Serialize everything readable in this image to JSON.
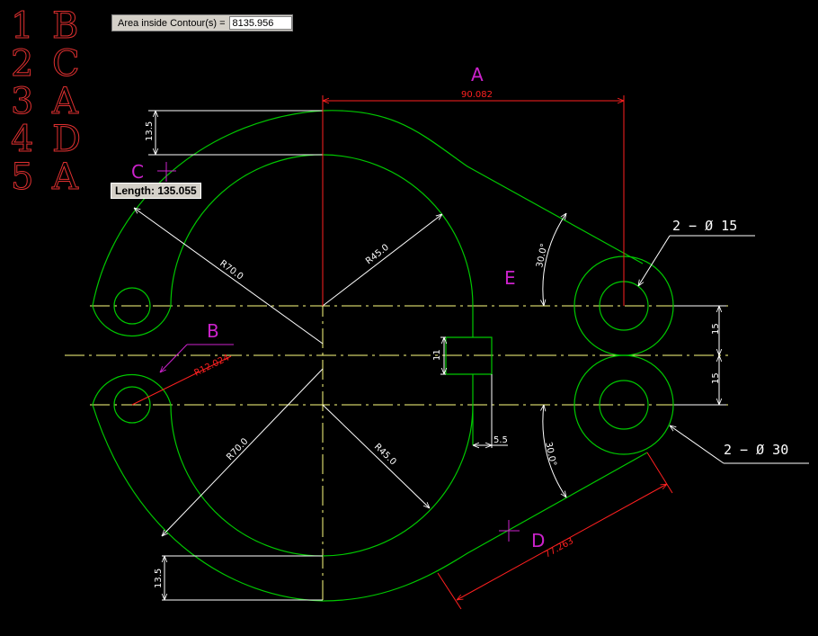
{
  "answers": [
    {
      "num": "1",
      "letter": "B"
    },
    {
      "num": "2",
      "letter": "C"
    },
    {
      "num": "3",
      "letter": "A"
    },
    {
      "num": "4",
      "letter": "D"
    },
    {
      "num": "5",
      "letter": "A"
    }
  ],
  "area_box": {
    "label": "Area inside Contour(s) =",
    "value": "8135.956"
  },
  "length_box": {
    "text": "Length: 135.055"
  },
  "markers": {
    "a": "A",
    "b": "B",
    "c": "C",
    "d": "D",
    "e": "E"
  },
  "dimensions": {
    "top_width": "90.082",
    "top_height": "13.5",
    "bottom_height": "13.5",
    "r70_top": "R70.0",
    "r45_top": "R45.0",
    "r70_bottom": "R70.0",
    "r45_bottom": "R45.0",
    "r_small": "R12.024",
    "slot_height": "11",
    "slot_width": "5.5",
    "spacing_top": "15",
    "spacing_bottom": "15",
    "angle_top": "30.0°",
    "angle_bottom": "30.0°",
    "bottom_length": "77.263",
    "hole_note_small": "2 − Ø 15",
    "hole_note_large": "2 − Ø 30"
  },
  "colors": {
    "answer": "#e03030",
    "outline": "#00c800",
    "dimension": "#ffffff",
    "centerline": "#ffff80",
    "measure": "#ff2020",
    "marker": "#cc22cc"
  }
}
